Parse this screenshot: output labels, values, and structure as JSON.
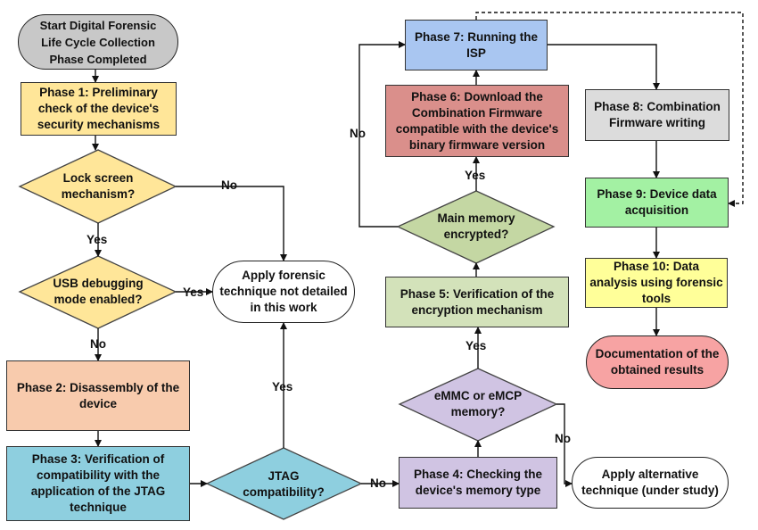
{
  "colors": {
    "phase1": "#FFE699",
    "phase2": "#F8CBAD",
    "phase3": "#8ECFDF",
    "phase4": "#D0C4E3",
    "phase5": "#D3E2BA",
    "phase6": "#DA8F8B",
    "phase7": "#A9C6F1",
    "phase8": "#DCDCDC",
    "phase9": "#A3F1A3",
    "phase10": "#FFFF99",
    "start": "#C8C8C8",
    "documentation": "#F7A3A3",
    "diamond_yellow": "#FFE699",
    "diamond_teal": "#8ECFDF",
    "diamond_purple": "#D0C4E3",
    "diamond_green": "#C4D7A3"
  },
  "nodes": {
    "start": "Start Digital Forensic\nLife Cycle Collection\nPhase Completed",
    "phase1": "Phase 1: Preliminary\ncheck of the device's\nsecurity mechanisms",
    "lock_screen": "Lock screen\nmechanism?",
    "usb_debugging": "USB debugging\nmode enabled?",
    "apply_forensic": "Apply forensic\ntechnique not detailed\nin this work",
    "phase2": "Phase 2: Disassembly of the\ndevice",
    "phase3": "Phase 3: Verification of\ncompatibility with the\napplication of the JTAG\ntechnique",
    "jtag": "JTAG\ncompatibility?",
    "phase4": "Phase 4: Checking the\ndevice's memory type",
    "emmc": "eMMC or eMCP\nmemory?",
    "apply_alternative": "Apply alternative\ntechnique (under study)",
    "phase5": "Phase 5: Verification of the\nencryption mechanism",
    "main_memory": "Main memory\nencrypted?",
    "phase6": "Phase 6:  Download the\nCombination Firmware\ncompatible with the device's\nbinary firmware version",
    "phase7": "Phase 7: Running the\nISP",
    "phase8": "Phase 8: Combination\nFirmware writing",
    "phase9": "Phase 9: Device data\nacquisition",
    "phase10": "Phase 10: Data\nanalysis using forensic\ntools",
    "documentation": "Documentation of the\nobtained results"
  },
  "labels": {
    "lock_no": "No",
    "lock_yes": "Yes",
    "usb_yes": "Yes",
    "usb_no": "No",
    "jtag_yes": "Yes",
    "jtag_no": "No",
    "emmc_yes": "Yes",
    "emmc_no": "No",
    "memory_yes": "Yes",
    "memory_no": "No"
  }
}
